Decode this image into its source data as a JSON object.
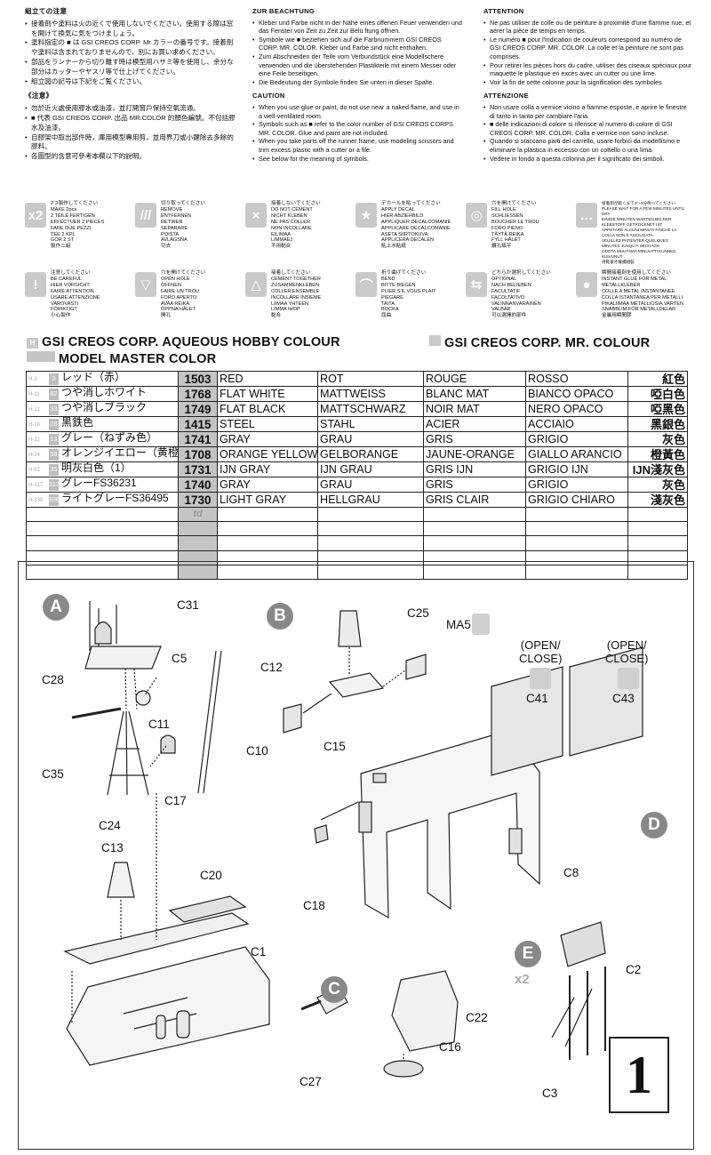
{
  "instructions": {
    "ja": {
      "heading": "組立ての注意",
      "items": [
        "接着剤や塗料は火の近くで使用しないでください。使用する際は窓を開けて換気に気をつけましょう。",
        "塗料指定の ■ は GSI CREOS CORP. Mr カラーの番号です。接着剤や塗料は含まれておりませんので、別にお買い求めください。",
        "部品をランナーから切り離す時は模型用ハサミ等を使用し、余分な部分はカッターやヤスリ等で仕上げてください。",
        "組立図の記号は下記をご覧ください。"
      ]
    },
    "zh": {
      "heading": "《注意》",
      "items": [
        "勿於近火處使用膠水或油漆，並打開窗戶保持空氣流通。",
        "■ 代表 GSI CREOS CORP. 出品 MR.COLOR 的顏色編號。不包括膠水及油漆。",
        "自膠架中取出部件時，庫用模型專用剪，並用界刀或小鍵除去多餘的膠料。",
        "各圖型的含意可參考本欄以下的說明。"
      ]
    },
    "de": {
      "heading": "ZUR BEACHTUNG",
      "items": [
        "Kleber und Farbe nicht in der Nähe eines offenen Feuer verwenden und das Fenster von Zeit zu Zeit zur Belü ftung öffnen.",
        "Symbole wie ■ beziehen sich auf die Farbnummern GSI CREOS CORP. MR. COLOR. Kleber und Farbe sind nicht enthalten.",
        "Zum Abschneiden der Teile vom Verbundstück eine Modellschere verwenden und die überstehenden Plastikteile mit einem Messer oder eine Feile beseitigen.",
        "Die Bedeutung der Symbole finden Sie unten in dieser Spalte."
      ]
    },
    "en": {
      "heading": "CAUTION",
      "items": [
        "When you use glue or paint, do not use near a naked flame, and use in a well-ventilated room.",
        "Symbols such as ■ refer to the color number of GSI CREOS CORPS. MR. COLOR. Glue and paint are not included.",
        "When you take parts off the runner frame, use modeling scissors and trim excess plastic with a cutter or a file.",
        "See below for the meaning of symbols."
      ]
    },
    "fr": {
      "heading": "ATTENTION",
      "items": [
        "Ne pas utiliser de colle ou de peinture à proximité d'une flamme nue, et aérer la pièce de temps en temps.",
        "Le numéro ■ pour l'indication de couleurs correspond au numéro de GSI CREOS CORP. MR. COLOR. La colle et la peinture ne sont pas comprises.",
        "Pour retirer les pièces hors du cadre, utiliser des ciseaux spéciaux pour maquette le plastique en excès avec un cutter ou une lime.",
        "Voir la fin de cette colonne pour la signification des symboles"
      ]
    },
    "it": {
      "heading": "ATTENZIONE",
      "items": [
        "Non usare colla a vernice vicino a fiamme esposte, e aprire le finestre di tanto in tanto per cambiare l'aria.",
        "■ delle indicazioni di colore si riferisce al numero di colore di GSI CREOS CORP. MR. COLOR. Colla e vernice non sono incluse.",
        "Quando si staccano parti del carrello, usare forbici da modellismo e eliminare la plastica in eccesso con un coltello o una lima.",
        "Vedere in fondo a questa colonna per il significato dei simboli."
      ]
    }
  },
  "symbols": [
    {
      "icon": "x2",
      "name": "make-two-icon",
      "text": "2つ製作してください\nMAKE 2pcs\n2 TEILE FERTIGEN\nEFFECTUER 2 PIECES\nFARE DUE PEZZI\nTEE 2 KPL\nGÖR 2 ST\n製作二組"
    },
    {
      "icon": "///",
      "name": "cut-off-icon",
      "text": "切り取ってください\nREMOVE\nENTFERNEN\nRETIRER\nSEPARARE\nPOISTA\nAVLÄGSNA\n切去"
    },
    {
      "icon": "×",
      "name": "no-cement-icon",
      "text": "接着しないでください\nDO NOT CEMENT\nNICHT KLEBEN\nNE PAS COLLER\nNON INCOLLARE\nEILIMAA\nLIMMAEJ\n不用黏合"
    },
    {
      "icon": "★",
      "name": "decal-icon",
      "text": "デカールを貼ってください\nAPPLY DECAL\nHIER ABZIEHBILD\nAPPLIQUER DECALCOMANIE\nAPPLICARE DECALCOMANIE\nASETA SIIRTOKUVA\nAPPLICERA DECALEN\n貼上水貼紙"
    },
    {
      "icon": "◎",
      "name": "drill-hole-icon",
      "text": "穴を開けてください\nFILL HOLE\nSCHLIESSEN\nBOUCHER LE TROU\nFORO PIENO\nTÄYTÄ REIKA\nFYLL HÅLET\n鑽孔填平"
    },
    {
      "icon": "…",
      "name": "wait-dry-icon",
      "text": "接着剤が乾くまで2〜3分待ってください\nPLEASE WAIT FOR A FEW MINUTES UNTIL DRY\nEINIGE MINUTEN WARTEN BIS DER KLEBSTOFF GETROCKNET IST\nAPPETARE ALCUNI MINUTI FINCHÉ LA COLLA NON È ASCIUGATA\nVEUILLEZ PATIENTER QUELQUES MINUTES JUSQU'À SÉCHAGE\nODOTA MUUTAMA MINUUTTI KUNNES KUIVUNUT\n待乾後才繼續組裝"
    },
    {
      "icon": "!",
      "name": "be-careful-icon",
      "text": "注意してください\nBE CAREFUL\nHIER VORSICHT\nFAIRE ATTENTION\nUSARE ATTENZIONE\nVAROVASTI\nFÖRIKTIGT\n小心製作"
    },
    {
      "icon": "▽",
      "name": "open-hole-icon",
      "text": "穴を開けてください\nOPEN HOLE\nÖFFNEN\nFAIRE UN TROU\nFORO APERTO\nAVAA REIKÄ\nÖPPNA HÅLET\n開孔"
    },
    {
      "icon": "△",
      "name": "cement-icon",
      "text": "接着してください\nCEMENT TOGETHER\nZUSAMMENKLEBEN\nCOLLER ENSEMBLE\nINCOLLARE INSIEME\nLIIMAA YHTEEN\nLIMMA IHOP\n黏合"
    },
    {
      "icon": "⌒",
      "name": "bend-icon",
      "text": "折り曲げてください\nBEND\nBITTE BIEGEN\nPLIER S'IL VOUS PLAIT\nPIEGARE\nTAITA\nBOCKA\n屈曲"
    },
    {
      "icon": "⇆",
      "name": "optional-icon",
      "text": "どちらか選択してください\nOPTIONAL\nNACH BELIEBEN\nFACULTATIF\nFACOLTATIVO\nVALINNANVARAINEN\nVALBAR\n可以選擇的部件"
    },
    {
      "icon": "●",
      "name": "instant-glue-icon",
      "text": "瞬間接着剤を使用してください\nINSTANT GLUE FOR METAL\nMETALLKLEBER\nCOLLE A METAL INSTANTANEE\nCOLLA ISTANTANEA PER METALLI\nPIKALIIMAA METALLIOSIA VARTEN\nSNABBLIM FÖR METALLDELAR\n金屬用瞬間膠"
    }
  ],
  "paint_headline": {
    "aqueous_code": "H",
    "aqueous": "GSI CREOS CORP. AQUEOUS HOBBY COLOUR",
    "mr_code": "",
    "mr": "GSI CREOS CORP. MR. COLOUR",
    "model_master": "MODEL MASTER COLOR"
  },
  "paint_table": [
    {
      "ref": "H-3",
      "num": "3",
      "ja": "レッド（赤）",
      "code": "1503",
      "en": "RED",
      "de": "ROT",
      "fr": "ROUGE",
      "it": "ROSSO",
      "zh": "紅色"
    },
    {
      "ref": "H-11",
      "num": "62",
      "ja": "つや消しホワイト",
      "code": "1768",
      "en": "FLAT WHITE",
      "de": "MATTWEISS",
      "fr": "BLANC MAT",
      "it": "BIANCO OPACO",
      "zh": "啞白色"
    },
    {
      "ref": "H-12",
      "num": "33",
      "ja": "つや消しブラック",
      "code": "1749",
      "en": "FLAT BLACK",
      "de": "MATTSCHWARZ",
      "fr": "NOIR MAT",
      "it": "NERO OPACO",
      "zh": "啞黑色"
    },
    {
      "ref": "H-18",
      "num": "28",
      "ja": "黒鉄色",
      "code": "1415",
      "en": "STEEL",
      "de": "STAHL",
      "fr": "ACIER",
      "it": "ACCIAIO",
      "zh": "黑銀色"
    },
    {
      "ref": "H-22",
      "num": "13",
      "ja": "グレー（ねずみ色）",
      "code": "1741",
      "en": "GRAY",
      "de": "GRAU",
      "fr": "GRIS",
      "it": "GRIGIO",
      "zh": "灰色"
    },
    {
      "ref": "H-24",
      "num": "58",
      "ja": "オレンジイエロー（黄橙）",
      "code": "1708",
      "en": "ORANGE YELLOW",
      "de": "GELBORANGE",
      "fr": "JAUNE-ORANGE",
      "it": "GIALLO ARANCIO",
      "zh": "橙黃色"
    },
    {
      "ref": "H-61",
      "num": "35",
      "ja": "明灰白色（1）",
      "code": "1731",
      "en": "IJN GRAY",
      "de": "IJN GRAU",
      "fr": "GRIS IJN",
      "it": "GRIGIO IJN",
      "zh": "IJN淺灰色"
    },
    {
      "ref": "H-317",
      "num": "317",
      "ja": "グレーFS36231",
      "code": "1740",
      "en": "GRAY",
      "de": "GRAU",
      "fr": "GRIS",
      "it": "GRIGIO",
      "zh": "灰色"
    },
    {
      "ref": "H-338",
      "num": "338",
      "ja": "ライトグレーFS36495",
      "code": "1730",
      "en": "LIGHT GRAY",
      "de": "HELLGRAU",
      "fr": "GRIS CLAIR",
      "it": "GRIGIO CHIARO",
      "zh": "淺灰色"
    },
    {
      "ref": "",
      "num": "",
      "ja": "",
      "code": "td",
      "en": "",
      "de": "",
      "fr": "",
      "it": "",
      "zh": ""
    },
    {
      "ref": "",
      "num": "",
      "ja": "",
      "code": "",
      "en": "",
      "de": "",
      "fr": "",
      "it": "",
      "zh": ""
    },
    {
      "ref": "",
      "num": "",
      "ja": "",
      "code": "",
      "en": "",
      "de": "",
      "fr": "",
      "it": "",
      "zh": ""
    },
    {
      "ref": "",
      "num": "",
      "ja": "",
      "code": "",
      "en": "",
      "de": "",
      "fr": "",
      "it": "",
      "zh": ""
    },
    {
      "ref": "",
      "num": "",
      "ja": "",
      "code": "",
      "en": "",
      "de": "",
      "fr": "",
      "it": "",
      "zh": ""
    }
  ],
  "diagram": {
    "step_number": "1",
    "badges": {
      "a": "A",
      "b": "B",
      "c": "C",
      "d": "D",
      "e": "E"
    },
    "make_two": "x2",
    "open_close": "(OPEN/\nCLOSE)",
    "parts": {
      "c31": "C31",
      "c5": "C5",
      "c28": "C28",
      "c11": "C11",
      "c35": "C35",
      "c10": "C10",
      "c17": "C17",
      "c24": "C24",
      "c13": "C13",
      "c20": "C20",
      "c1": "C1",
      "c25": "C25",
      "ma5": "MA5",
      "c12": "C12",
      "c15": "C15",
      "c41": "C41",
      "c43": "C43",
      "c18": "C18",
      "c8": "C8",
      "c22": "C22",
      "c16": "C16",
      "c27": "C27",
      "c2": "C2",
      "c3": "C3"
    }
  }
}
